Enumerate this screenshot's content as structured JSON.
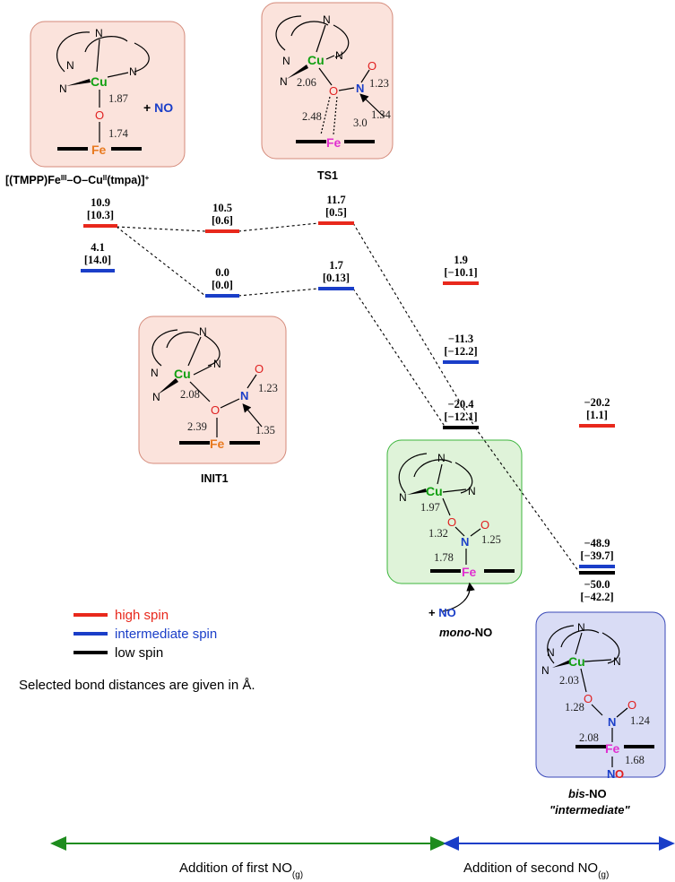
{
  "colors": {
    "high_spin": "#e8281c",
    "intermediate_spin": "#1a3ec8",
    "low_spin": "#000000",
    "box_pink_fill": "#fbe3dc",
    "box_pink_stroke": "#d48a7a",
    "box_green_fill": "#dff3d9",
    "box_green_stroke": "#3cb53c",
    "box_blue_fill": "#d9dcf5",
    "box_blue_stroke": "#3a49b8",
    "arrow_green": "#1e8c1e",
    "arrow_blue": "#1a3ec8"
  },
  "labels": {
    "reactant_name": "[(TMPP)Fe",
    "reactant_sup1": "III",
    "reactant_mid": "–O–Cu",
    "reactant_sup2": "II",
    "reactant_end": "(tmpa)]",
    "reactant_plus": "+",
    "plus_no_plus": "+",
    "plus_no_text": "NO",
    "ts1": "TS1",
    "init1": "INIT1",
    "mono_no_italic": "mono",
    "mono_no_rest": "-NO",
    "bis_no_italic": "bis",
    "bis_no_rest": "-NO",
    "intermediate": "\"intermediate\"",
    "plus_no2_plus": "+",
    "plus_no2_text": "NO"
  },
  "levels": {
    "r_high_top": "10.9",
    "r_high_bot": "[10.3]",
    "r_int_top": "4.1",
    "r_int_bot": "[14.0]",
    "init_high_top": "10.5",
    "init_high_bot": "[0.6]",
    "init_int_top": "0.0",
    "init_int_bot": "[0.0]",
    "ts_high_top": "11.7",
    "ts_high_bot": "[0.5]",
    "ts_int_top": "1.7",
    "ts_int_bot": "[0.13]",
    "mono_high_top": "1.9",
    "mono_high_bot": "[−10.1]",
    "mono_int_top": "−11.3",
    "mono_int_bot": "[−12.2]",
    "mono_low_top": "−20.4",
    "mono_low_bot": "[−12.1]",
    "bis_high_top": "−20.2",
    "bis_high_bot": "[1.1]",
    "bis_int_top": "−48.9",
    "bis_int_bot": "[−39.7]",
    "bis_low_top": "−50.0",
    "bis_low_bot": "[−42.2]"
  },
  "legend": {
    "high": "high spin",
    "intermediate": "intermediate spin",
    "low": "low spin",
    "note": "Selected bond distances are given in Å."
  },
  "axis": {
    "first": "Addition of first NO",
    "first_sub": "(g)",
    "second": "Addition of second NO",
    "second_sub": "(g)"
  },
  "molecules": {
    "reactant": {
      "d1": "1.87",
      "d2": "1.74"
    },
    "ts1": {
      "d1": "2.06",
      "d2": "1.23",
      "d3": "2.48",
      "d4": "3.0",
      "d5": "1.34"
    },
    "init1": {
      "d1": "2.08",
      "d2": "1.23",
      "d3": "2.39",
      "d4": "1.35"
    },
    "mono": {
      "d1": "1.97",
      "d2": "1.32",
      "d3": "1.25",
      "d4": "1.78"
    },
    "bis": {
      "d1": "2.03",
      "d2": "1.28",
      "d3": "1.24",
      "d4": "2.08",
      "d5": "1.68"
    },
    "atoms": {
      "cu": "Cu",
      "fe": "Fe",
      "o": "O",
      "n": "N",
      "no_n": "N",
      "no_o": "O"
    }
  }
}
